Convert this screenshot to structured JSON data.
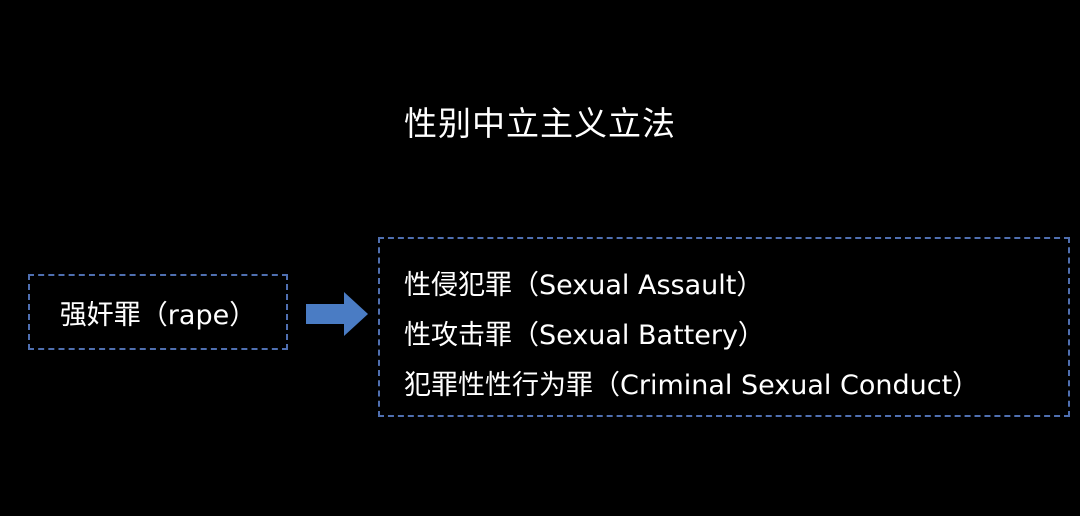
{
  "title": "性别中立主义立法",
  "source": {
    "label": "强奸罪（rape）"
  },
  "targets": [
    "性侵犯罪（Sexual Assault）",
    "性攻击罪（Sexual Battery）",
    "犯罪性性行为罪（Criminal Sexual Conduct）"
  ],
  "colors": {
    "background": "#000000",
    "text": "#ffffff",
    "border": "#4f6fb0",
    "arrow": "#4a7cc4"
  },
  "icons": {
    "arrow": "arrow-right-icon"
  }
}
